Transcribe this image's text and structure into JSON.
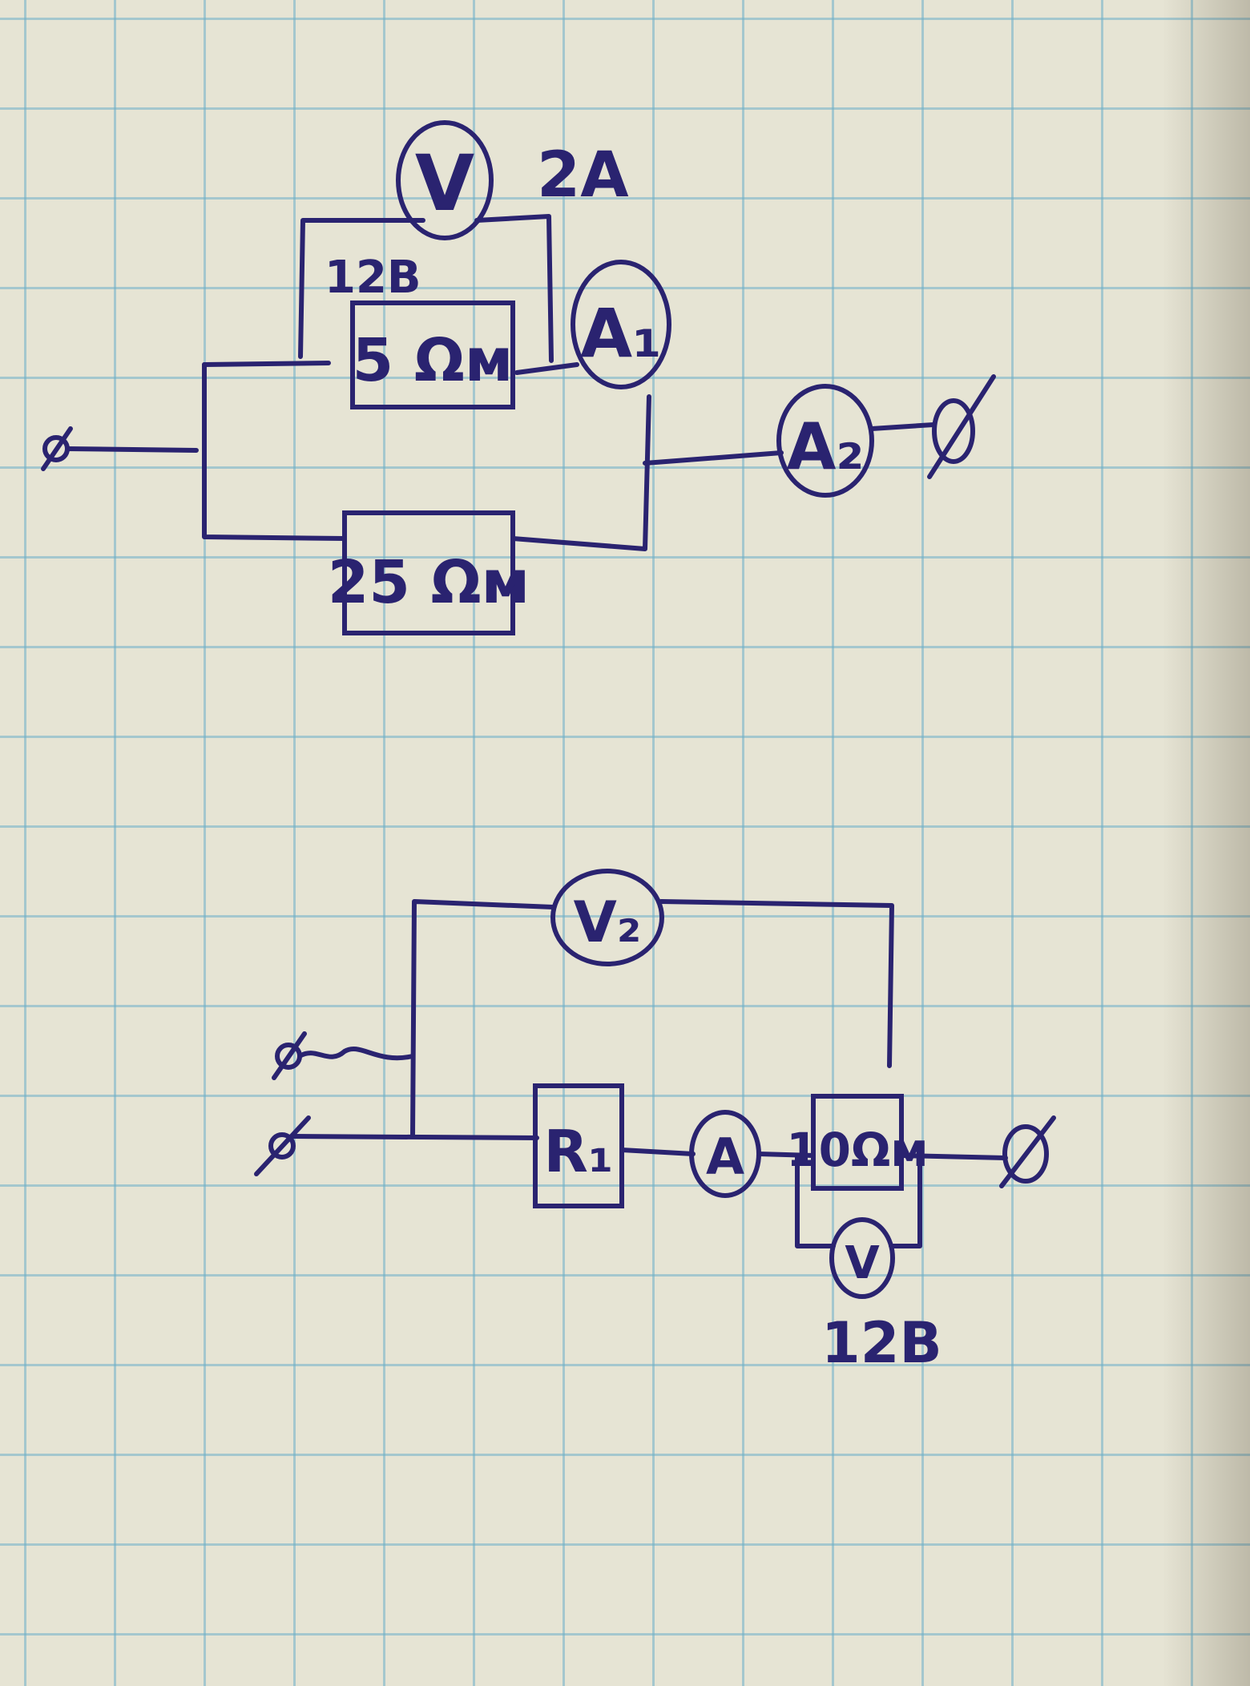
{
  "circuit_1": {
    "voltmeter": "V",
    "current_reading": "2A",
    "voltage_reading": "12B",
    "resistor_top": "5 Ωм",
    "resistor_bottom": "25 Ωм",
    "ammeter_1": "A₁",
    "ammeter_2": "A₂"
  },
  "circuit_2": {
    "voltmeter_top": "V₂",
    "resistor_r1": "R₁",
    "ammeter": "A",
    "resistor_right": "10Ωм",
    "voltmeter_bottom": "V",
    "voltage_reading": "12B"
  }
}
